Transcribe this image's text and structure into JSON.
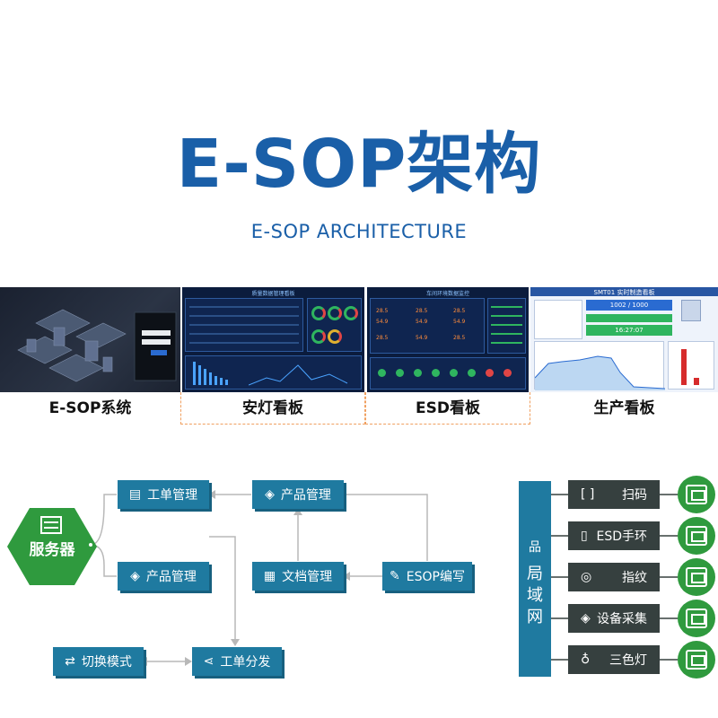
{
  "header": {
    "title": "E-SOP架构",
    "subtitle": "E-SOP ARCHITECTURE"
  },
  "thumbnails": [
    {
      "label": "E-SOP系统"
    },
    {
      "label": "安灯看板"
    },
    {
      "label": "ESD看板"
    },
    {
      "label": "生产看板"
    }
  ],
  "dash_texts": {
    "andon_title": "质量数据管理看板",
    "esd_title": "车间环境数据监控",
    "prod_title": "SMT01 实时制造看板",
    "prod_count": "1002 / 1000",
    "prod_time": "16:27:07",
    "esd_v1": "28.5",
    "esd_v2": "54.9"
  },
  "flow": {
    "server": "服务器",
    "work_order_mgmt": "工单管理",
    "product_mgmt_top": "产品管理",
    "product_mgmt_bottom": "产品管理",
    "doc_mgmt": "文档管理",
    "esop_edit": "ESOP编写",
    "switch_mode": "切换模式",
    "work_order_dispatch": "工单分发"
  },
  "lan": {
    "chars": [
      "局",
      "域",
      "网"
    ]
  },
  "devices": [
    {
      "label": "扫码",
      "icon": "[ ]"
    },
    {
      "label": "ESD手环",
      "icon": "▯"
    },
    {
      "label": "指纹",
      "icon": "◎"
    },
    {
      "label": "设备采集",
      "icon": "◈"
    },
    {
      "label": "三色灯",
      "icon": "♁"
    }
  ],
  "colors": {
    "title_blue": "#1a5fa8",
    "flow_teal": "#1f7aa0",
    "server_green": "#2f9a3e",
    "device_dark": "#36403f"
  }
}
